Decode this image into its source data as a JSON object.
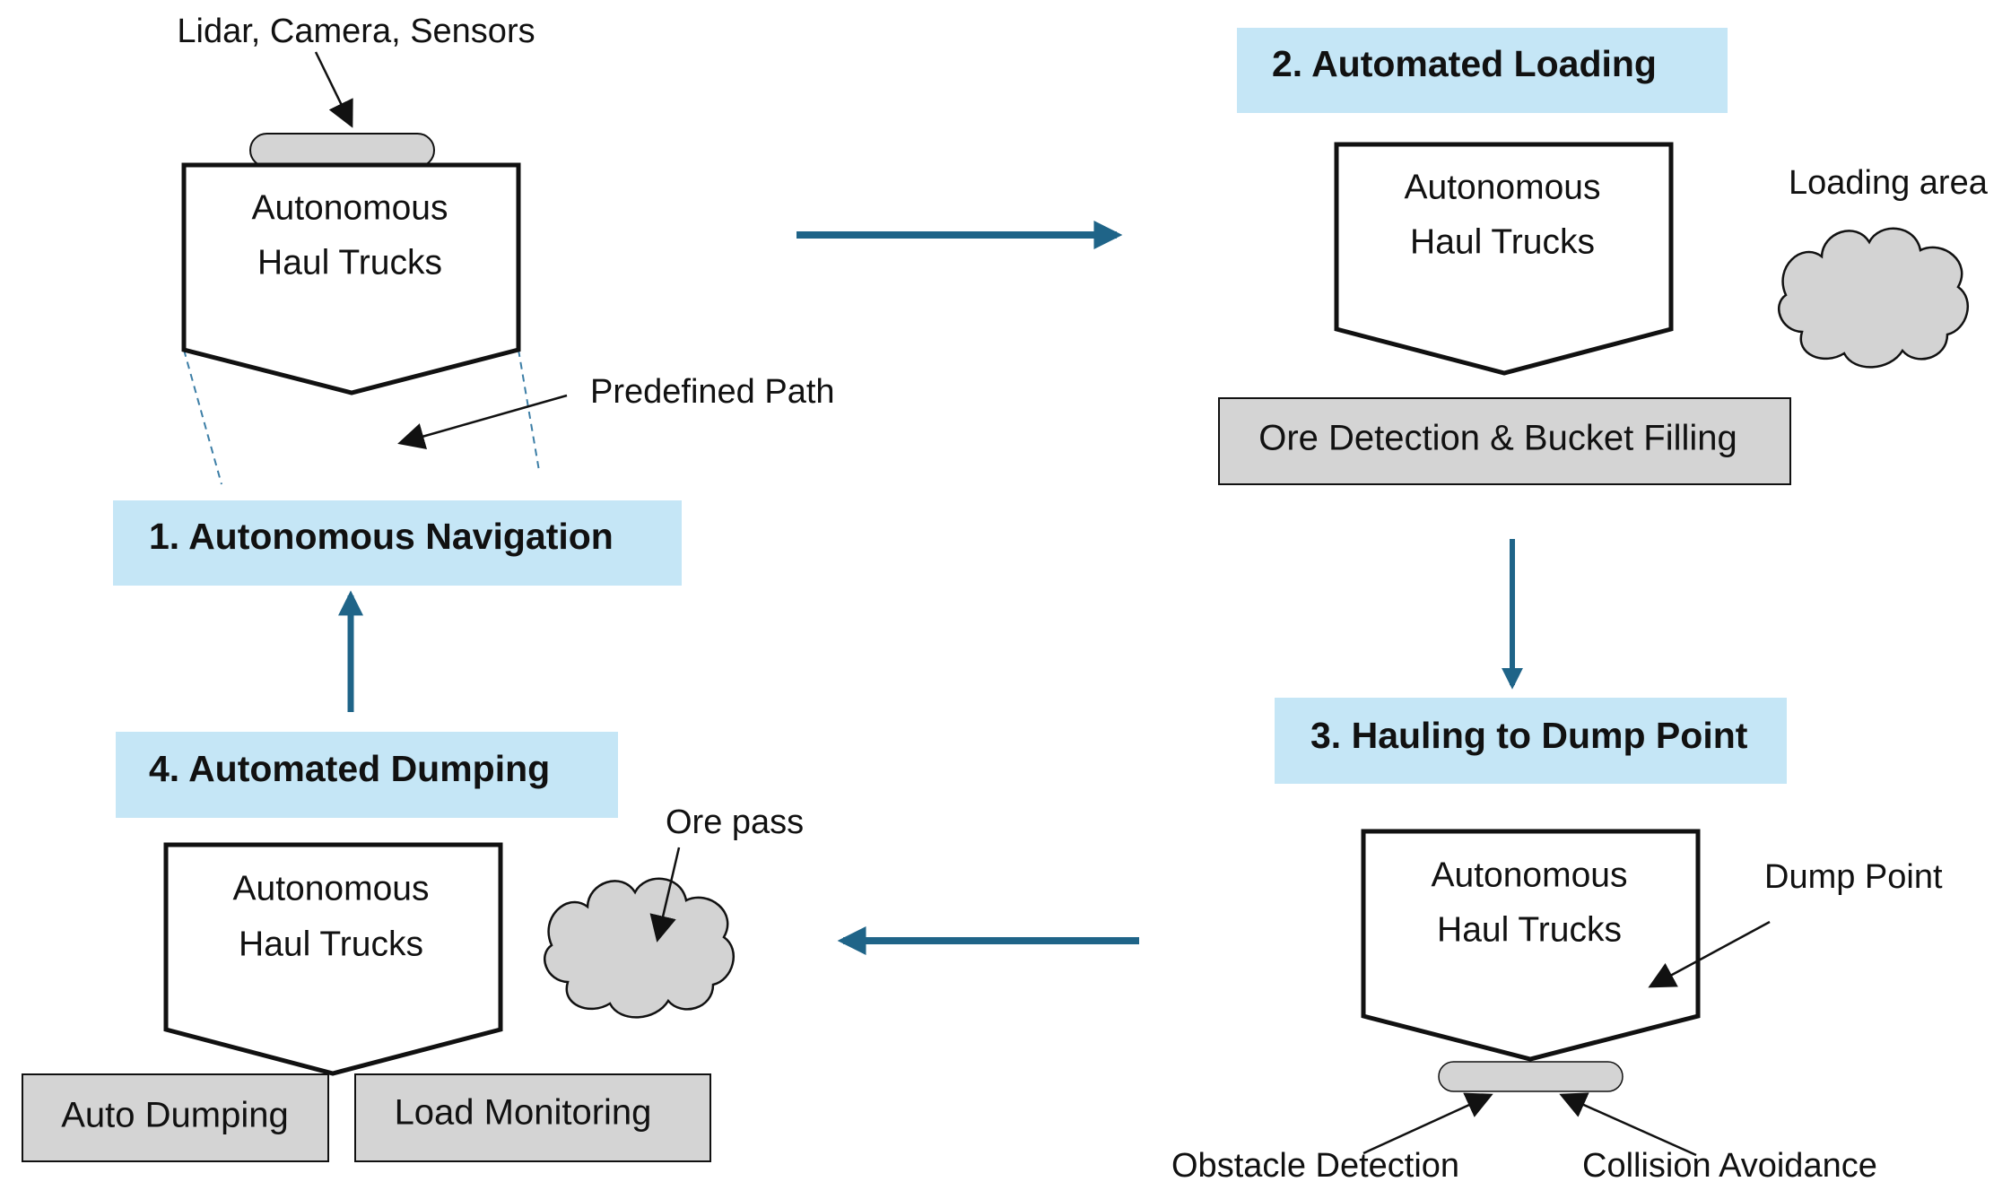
{
  "colors": {
    "title_fill": "#c5e6f6",
    "gray_fill": "#d4d4d4",
    "cloud_fill": "#d3d3d3",
    "flow_arrow": "#1f6488",
    "path_dash": "#3c7ea6",
    "stroke": "#111111"
  },
  "stages": {
    "navigation": {
      "title": "1. Autonomous Navigation"
    },
    "loading": {
      "title": "2. Automated Loading"
    },
    "hauling": {
      "title": "3. Hauling to Dump Point"
    },
    "dumping": {
      "title": "4. Automated Dumping"
    }
  },
  "truck": {
    "line1": "Autonomous",
    "line2": "Haul Trucks"
  },
  "labels": {
    "sensors": "Lidar, Camera, Sensors",
    "predefined_path": "Predefined Path",
    "loading_area": "Loading area",
    "ore_detection": "Ore Detection & Bucket Filling",
    "dump_point": "Dump Point",
    "obstacle_detection": "Obstacle Detection",
    "collision_avoidance": "Collision Avoidance",
    "ore_pass": "Ore pass",
    "auto_dumping": "Auto Dumping",
    "load_monitoring": "Load Monitoring"
  },
  "icons": {
    "flow_arrow": "arrow-icon",
    "pointer": "pointer-arrow-icon",
    "cloud": "cloud-icon",
    "sensor": "sensor-pod-icon"
  }
}
